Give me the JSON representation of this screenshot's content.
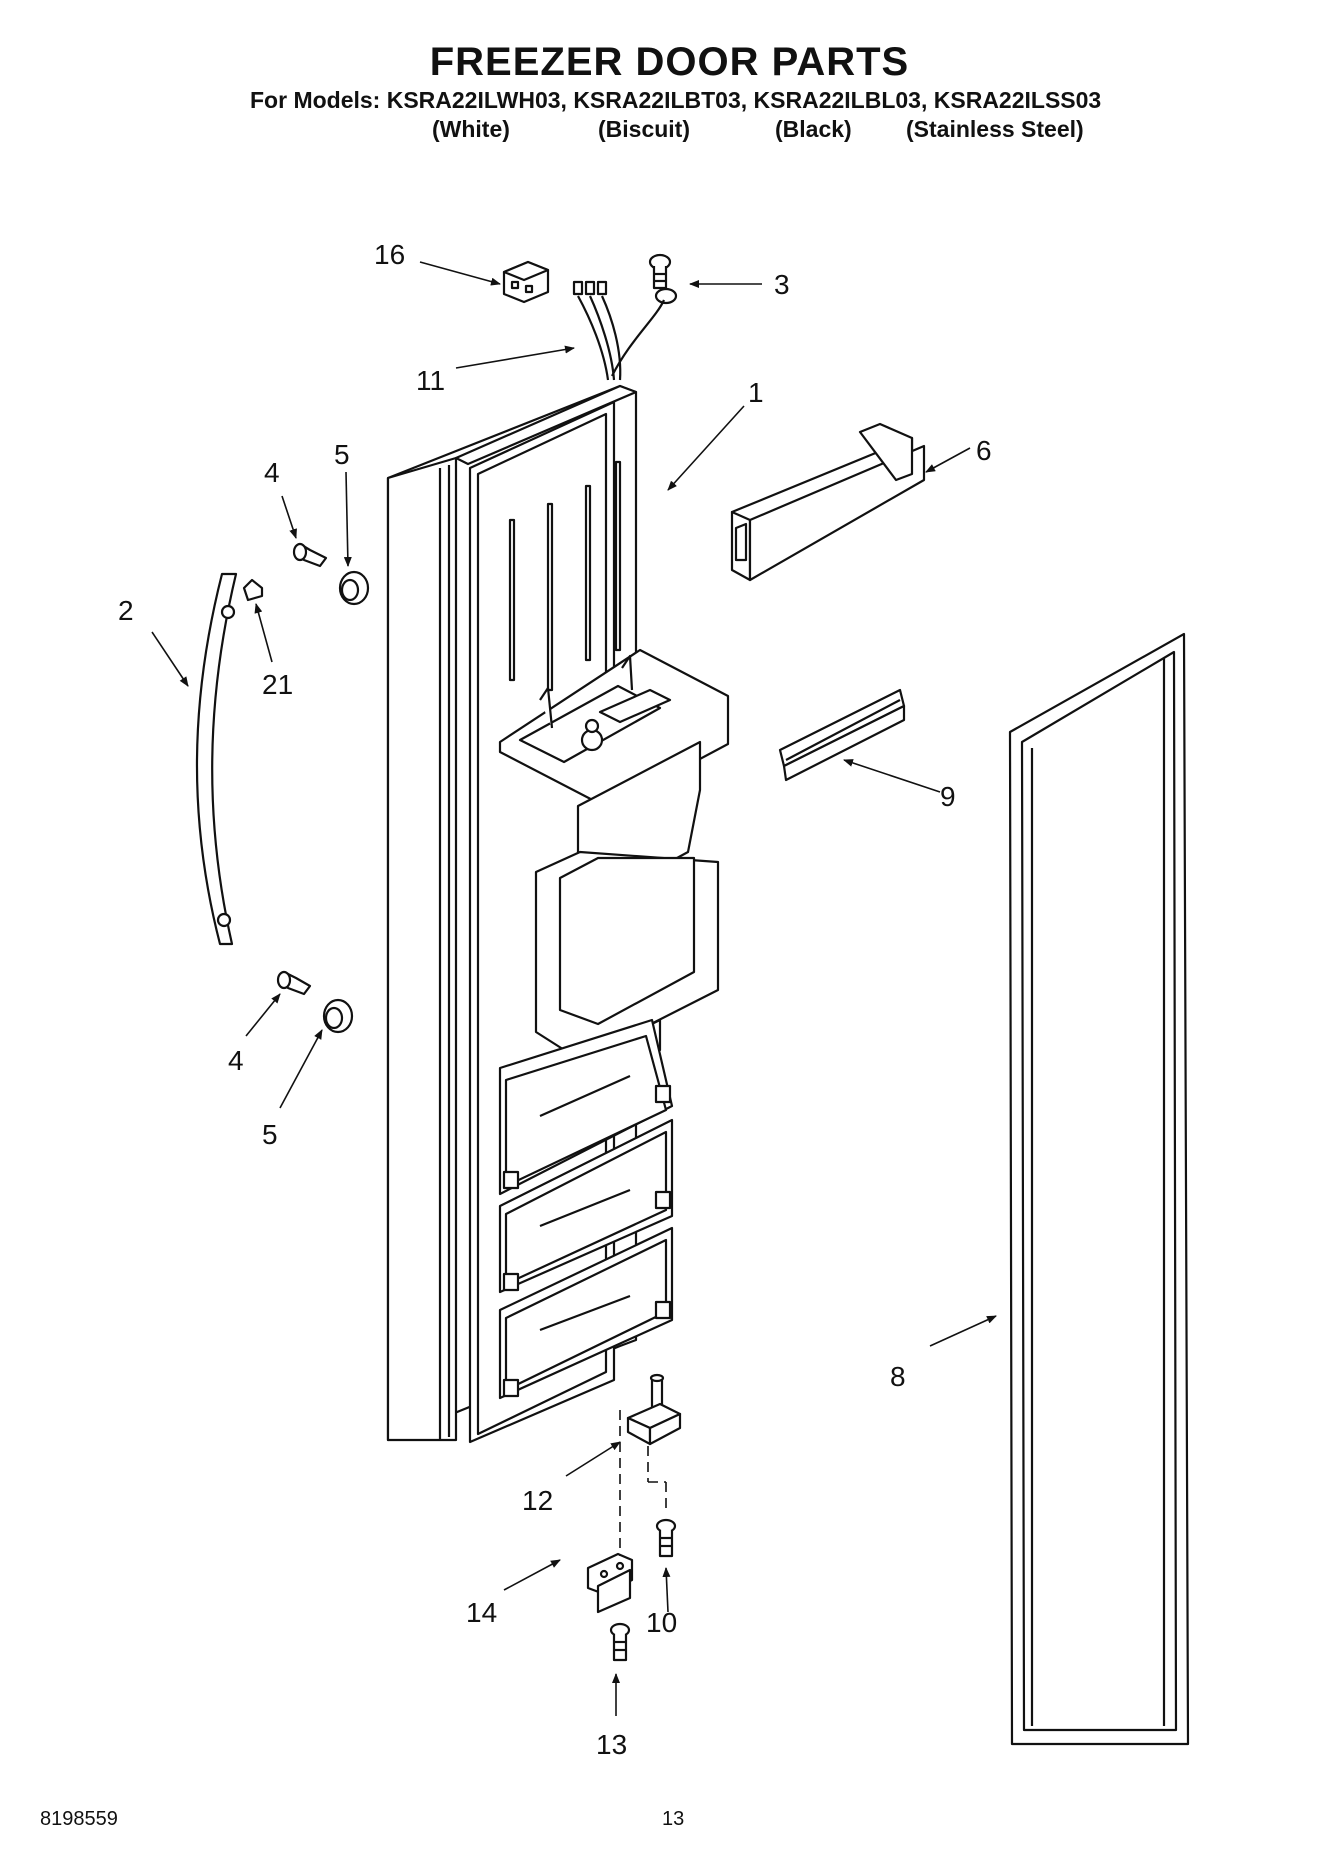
{
  "header": {
    "title": "FREEZER DOOR PARTS",
    "models_line": "For Models: KSRA22ILWH03, KSRA22ILBT03, KSRA22ILBL03, KSRA22ILSS03",
    "variants": [
      "(White)",
      "(Biscuit)",
      "(Black)",
      "(Stainless Steel)"
    ]
  },
  "callouts": [
    "16",
    "3",
    "11",
    "1",
    "6",
    "4",
    "5",
    "2",
    "21",
    "9",
    "4",
    "5",
    "8",
    "12",
    "14",
    "10",
    "13"
  ],
  "footer": {
    "doc_number": "8198559",
    "page_number": "13"
  }
}
